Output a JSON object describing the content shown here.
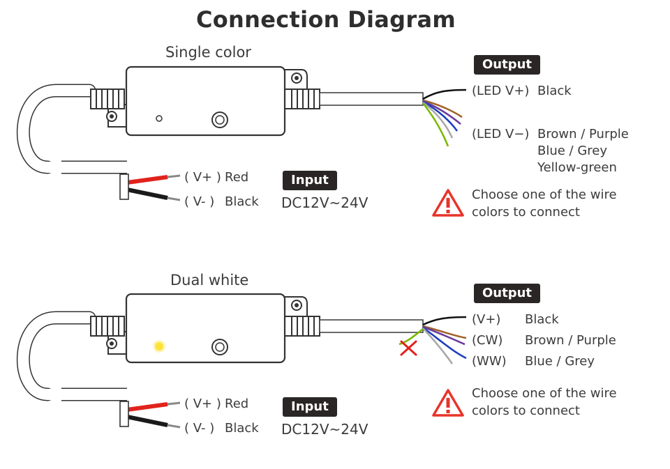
{
  "title": "Connection Diagram",
  "colors": {
    "wire_black": "#111111",
    "wire_brown": "#a0632a",
    "wire_purple": "#6a3d9a",
    "wire_blue": "#1f3fbf",
    "wire_grey": "#a8a8a8",
    "wire_yellow_green": "#7ab800",
    "wire_red": "#e0231c",
    "warning_red": "#e8332a",
    "led_yellow": "#ffe23b",
    "badge_bg": "#2b2626"
  },
  "single_color": {
    "heading": "Single color",
    "output_badge": "Output",
    "output_vplus": "(LED V+)",
    "output_vplus_color": "Black",
    "output_vminus": "(LED V−)",
    "output_vminus_colors": [
      "Brown / Purple",
      "Blue / Grey",
      "Yellow-green"
    ],
    "warning_lines": [
      "Choose one of the wire",
      "colors to connect"
    ],
    "input_vplus": "( V+ )",
    "input_vplus_color": "Red",
    "input_vminus": "( V- )",
    "input_vminus_color": "Black",
    "input_badge": "Input",
    "input_voltage": "DC12V~24V"
  },
  "dual_white": {
    "heading": "Dual white",
    "output_badge": "Output",
    "outputs": [
      {
        "terminal": "(V+)",
        "color": "Black"
      },
      {
        "terminal": "(CW)",
        "color": "Brown / Purple"
      },
      {
        "terminal": "(WW)",
        "color": "Blue / Grey"
      }
    ],
    "warning_lines": [
      "Choose one of the wire",
      "colors to connect"
    ],
    "input_vplus": "( V+ )",
    "input_vplus_color": "Red",
    "input_vminus": "( V- )",
    "input_vminus_color": "Black",
    "input_badge": "Input",
    "input_voltage": "DC12V~24V"
  }
}
